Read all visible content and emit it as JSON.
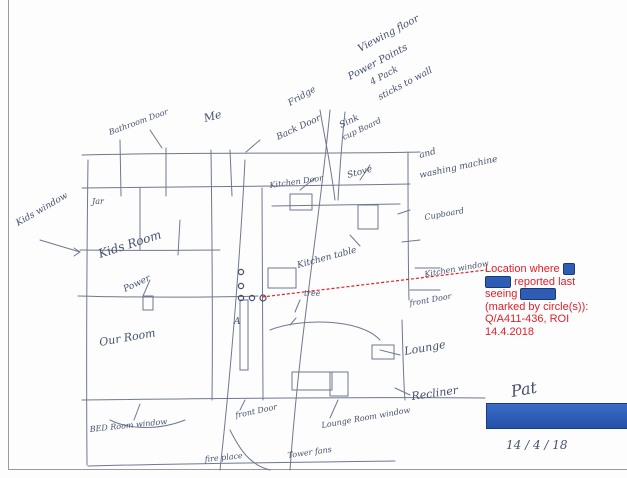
{
  "sketch_labels": {
    "viewing_floor": "Viewing floor",
    "power_points": "Power Points",
    "4_pack": "4 Pack",
    "sticks_to_wall": "sticks to wall",
    "me": "Me",
    "fridge": "Fridge",
    "bathroom_door": "Bathroom Door",
    "back_door": "Back Door",
    "sink": "Sink",
    "cup_board": "cup Board",
    "and": "and",
    "washing_machine": "washing machine",
    "kids_window": "Kids window",
    "jar": "Jar",
    "kitchen_door": "Kitchen Door",
    "stove": "Stove",
    "cupboard": "Cupboard",
    "kids_room": "Kids Room",
    "kitchen_table": "Kitchen table",
    "kitchen_window": "Kitchen window",
    "power": "Power",
    "tree": "tree",
    "front_door_right": "front Door",
    "our_room": "Our Room",
    "lounge": "Lounge",
    "recliner": "Recliner",
    "bed_room_window": "BED Room window",
    "front_door": "front Door",
    "lounge_room_window": "Lounge Room window",
    "fire_place": "fire place",
    "tower_fans": "Tower fans",
    "circles_label": "A"
  },
  "annotation": {
    "line1": "Location where",
    "line2": "reported last",
    "line3": "seeing",
    "line4": "(marked by circle(s)):",
    "line5": "Q/A411-436, ROI",
    "line6": "14.4.2018",
    "color": "#e3202a",
    "redaction_color": "#2e5db3"
  },
  "signature": {
    "handwritten_sig": "Pat",
    "date": "14 / 4 / 18"
  }
}
